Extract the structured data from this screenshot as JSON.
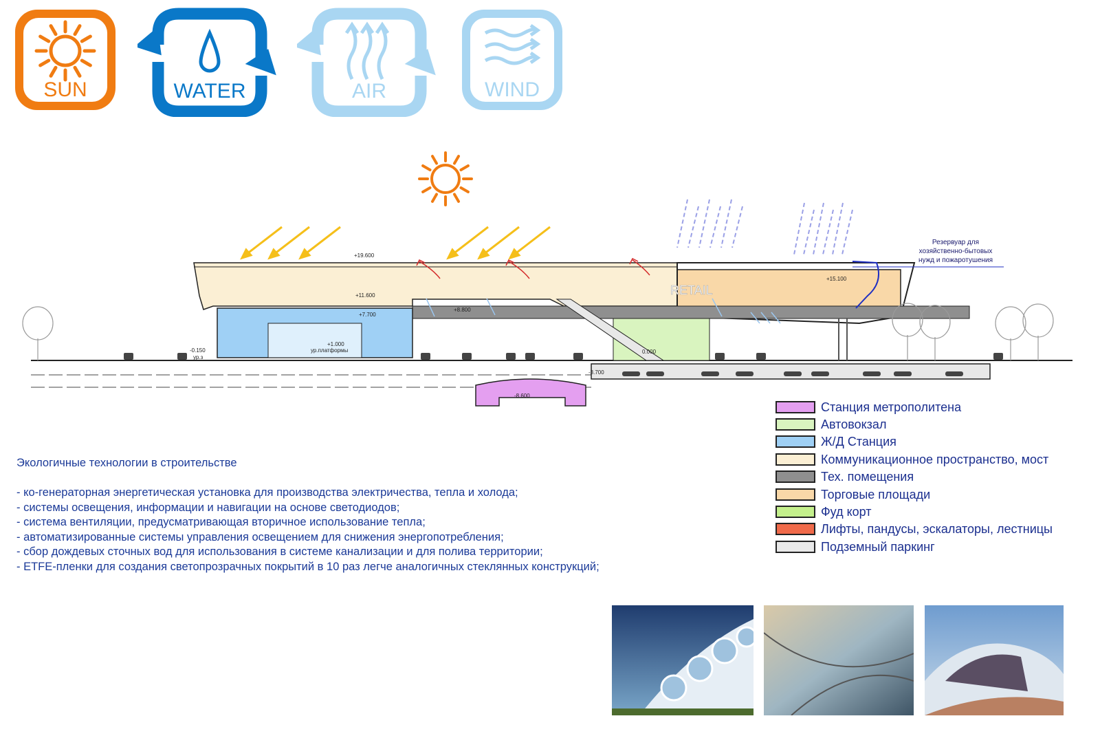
{
  "icons": {
    "sun": {
      "label": "SUN",
      "color": "#f07c12"
    },
    "water": {
      "label": "WATER",
      "color": "#0a78c8"
    },
    "air": {
      "label": "AIR",
      "color": "#a9d6f2"
    },
    "wind": {
      "label": "WIND",
      "color": "#a9d6f2"
    }
  },
  "section": {
    "levels": [
      "+19.600",
      "+11.600",
      "+8.800",
      "+7.700",
      "+15.100",
      "-0.150",
      "ур.з",
      "+1.000",
      "ур.платформы",
      "0.000",
      "-3.700",
      "-8.600"
    ],
    "retail_label": "RETAIL",
    "tank_note": [
      "Резервуар для",
      "хозяйственно-бытовых",
      "нужд и пожаротушения"
    ]
  },
  "legend": {
    "items": [
      {
        "label": "Станция метрополитена",
        "color": "#e49ff0"
      },
      {
        "label": "Автовокзал",
        "color": "#d9f4bf"
      },
      {
        "label": "Ж/Д Станция",
        "color": "#9fd0f5"
      },
      {
        "label": "Коммуникационное пространство, мост",
        "color": "#fbefd4"
      },
      {
        "label": "Тех. помещения",
        "color": "#8f8f8f"
      },
      {
        "label": "Торговые площади",
        "color": "#f9d8a8"
      },
      {
        "label": "Фуд корт",
        "color": "#c4f08c"
      },
      {
        "label": "Лифты, пандусы, эскалаторы, лестницы",
        "color": "#f06a4a"
      },
      {
        "label": "Подземный паркинг",
        "color": "#e8e8e8"
      }
    ]
  },
  "eco": {
    "title": "Экологичные технологии в строительстве",
    "items": [
      "- ко-генераторная энергетическая установка для производства электричества, тепла и холода;",
      "- системы освещения, информации и навигации на основе светодиодов;",
      "- система вентиляции, предусматривающая вторичное использование тепла;",
      "- автоматизированные системы управления освещением для снижения энергопотребления;",
      "- сбор дождевых сточных вод для использования в системе канализации и для полива территории;",
      "- ETFE-пленки для создания светопрозрачных покрытий в 10 раз легче аналогичных стеклянных конструкций;"
    ]
  },
  "colors": {
    "text_blue": "#1b3a98",
    "sun_orange": "#f07c12",
    "sun_ray_yellow": "#f5bf1a",
    "rain": "#9aa0e6"
  }
}
